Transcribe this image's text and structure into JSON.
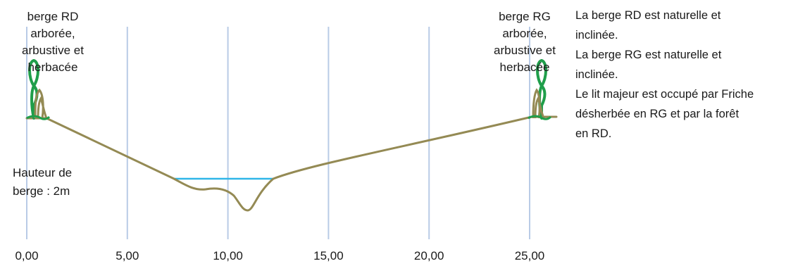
{
  "chart_data": {
    "type": "line",
    "x_ticks": [
      "0,00",
      "5,00",
      "10,00",
      "15,00",
      "20,00",
      "25,00"
    ],
    "xlim": [
      0,
      25
    ],
    "bank_left_label": [
      "berge RD",
      "arborée,",
      "arbustive et",
      "herbacée"
    ],
    "bank_right_label": [
      "berge RG",
      "arborée,",
      "arbustive et",
      "herbacée"
    ],
    "height_label": [
      "Hauteur de",
      "berge : 2m"
    ],
    "colors": {
      "profile": "#948a54",
      "water": "#2fb6e8",
      "grid": "#b9cbe6",
      "tree": "#1f9e4a",
      "trunk": "#948a54"
    }
  },
  "description": [
    "La berge RD est naturelle et",
    "inclinée.",
    "La berge RG est naturelle et",
    "inclinée.",
    "Le lit majeur est occupé par Friche",
    "désherbée en RG et par la forêt",
    "en RD."
  ]
}
